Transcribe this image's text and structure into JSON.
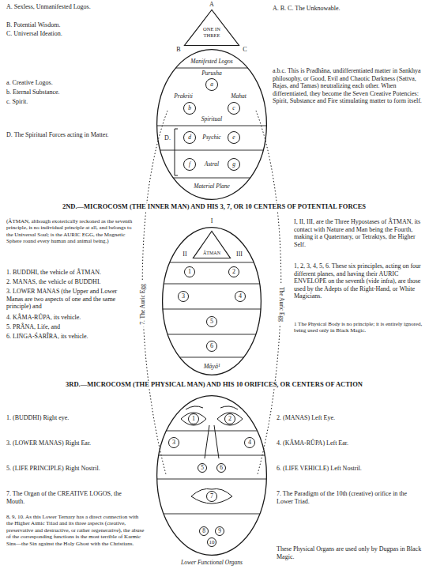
{
  "diagram": {
    "nodes": [
      {
        "text": [
          "ONE IN THREE"
        ]
      },
      {
        "text": [
          "Manifested Logos",
          "Spiritual",
          "Psychic",
          "Astral",
          "Material Plane"
        ]
      },
      {
        "text": [
          "a"
        ],
        "in": 1
      },
      {
        "text": [
          "b"
        ],
        "in": 1
      },
      {
        "text": [
          "c"
        ],
        "in": 1
      },
      {
        "text": [
          "d"
        ],
        "in": 1
      },
      {
        "text": [
          "e"
        ],
        "in": 1
      },
      {
        "text": [
          "f"
        ],
        "in": 1
      },
      {
        "text": [
          "g"
        ],
        "in": 1
      },
      {
        "text": [
          "Mâyâ¹"
        ]
      },
      {
        "text": [
          "ÂTMAN"
        ],
        "in": 9
      },
      {
        "text": [
          "1"
        ],
        "in": 9
      },
      {
        "text": [
          "2"
        ],
        "in": 9
      },
      {
        "text": [
          "3"
        ],
        "in": 9
      },
      {
        "text": [
          "4"
        ],
        "in": 9
      },
      {
        "text": [
          "5"
        ],
        "in": 9
      },
      {
        "text": [
          "6"
        ],
        "in": 9
      },
      {
        "text": [
          "Lower Functional Organs"
        ]
      },
      {
        "text": [
          "1"
        ],
        "in": 17
      },
      {
        "text": [
          "2"
        ],
        "in": 17
      },
      {
        "text": [
          "3"
        ],
        "in": 17
      },
      {
        "text": [
          "4"
        ],
        "in": 17
      },
      {
        "text": [
          "5"
        ],
        "in": 17
      },
      {
        "text": [
          "6"
        ],
        "in": 17
      },
      {
        "text": [
          "7"
        ],
        "in": 17
      },
      {
        "text": [
          "8"
        ],
        "in": 17
      },
      {
        "text": [
          "9"
        ],
        "in": 17
      },
      {
        "text": [
          "10"
        ],
        "in": 17
      }
    ],
    "labels": [
      "A",
      "B",
      "C",
      "A. Sexless, Unmanifested Logos.",
      "B. Potential Wisdom.",
      "C. Universal Ideation.",
      "A. B. C. The Unknowable.",
      "Purusha",
      "Prakriti",
      "Mahat",
      "D.",
      "a. Creative Logos.",
      "b. Eternal Substance.",
      "c. Spirit.",
      "D. The Spiritual Forces acting in Matter.",
      "a.b.c. This is Pradhâna, undifferentiated matter in Sankhya philosophy, or Good, Evil and Chaotic Darkness (Sattva, Rajas, and Tamas) neutralizing each other. When differentiated, they become the Seven Creative Potencies: Spirit, Substance and Fire stimulating matter to form itself.",
      "2ND.—MICROCOSM (THE INNER MAN) AND HIS 3, 7, OR 10 CENTERS OF POTENTIAL FORCES",
      "(ÂTMAN, although exoterically reckoned as the seventh principle, is no individual principle at all, and belongs to the Universal Soul; is the AURIC EGG, the Magnetic Sphere round every human and animal being.)",
      "1. BUDDHI, the vehicle of ÂTMAN.",
      "2. MANAS, the vehicle of BUDDHI.",
      "3. LOWER MANAS (the Upper and Lower Manas are two aspects of one and the same principle) and",
      "4. KÂMA-RÛPA, its vehicle.",
      "5. PRÂNA, Life, and",
      "6. LIṄGA-ŚARÎRA, its vehicle.",
      "I, II, III, are the Three Hypostases of ÂTMAN, its contact with Nature and Man being the Fourth, making it a Quaternary, or Tetraktys, the Higher Self.",
      "1, 2, 3, 4, 5, 6. These six principles, acting on four different planes, and having their AURIC ENVELOPE on the seventh (vide infra), are those used by the Adepts of the Right-Hand, or White Magicians.",
      "1 The Physical Body is no principle; it is entirely ignored, being used only in Black Magic.",
      "I",
      "II",
      "III",
      "7. The Auric Egg",
      "The Auric Egg",
      "3RD.—MICROCOSM (THE PHYSICAL MAN) AND HIS 10 ORIFICES, OR CENTERS OF ACTION",
      "1. (BUDDHI) Right eye.",
      "3. (LOWER MANAS) Right Ear.",
      "5. (LIFE PRINCIPLE) Right Nostril.",
      "7. The Organ of the CREATIVE LOGOS, the Mouth.",
      "8, 9, 10. As this Lower Ternary has a direct connection with the Higher Atmic Triad and its three aspects (creative, preservative and destructive, or rather regenerative), the abuse of the corresponding functions is the most terrible of Karmic Sins—the Sin against the Holy Ghost with the Christians.",
      "2. (MANAS) Left Eye.",
      "4. (KÂMA-RÛPA) Left Ear.",
      "6. (LIFE VEHICLE) Left Nostril.",
      "7. The Paradigm of the 10th (creative) orifice in the Lower Triad.",
      "These Physical Organs are used only by Dugpas in Black Magic."
    ]
  }
}
